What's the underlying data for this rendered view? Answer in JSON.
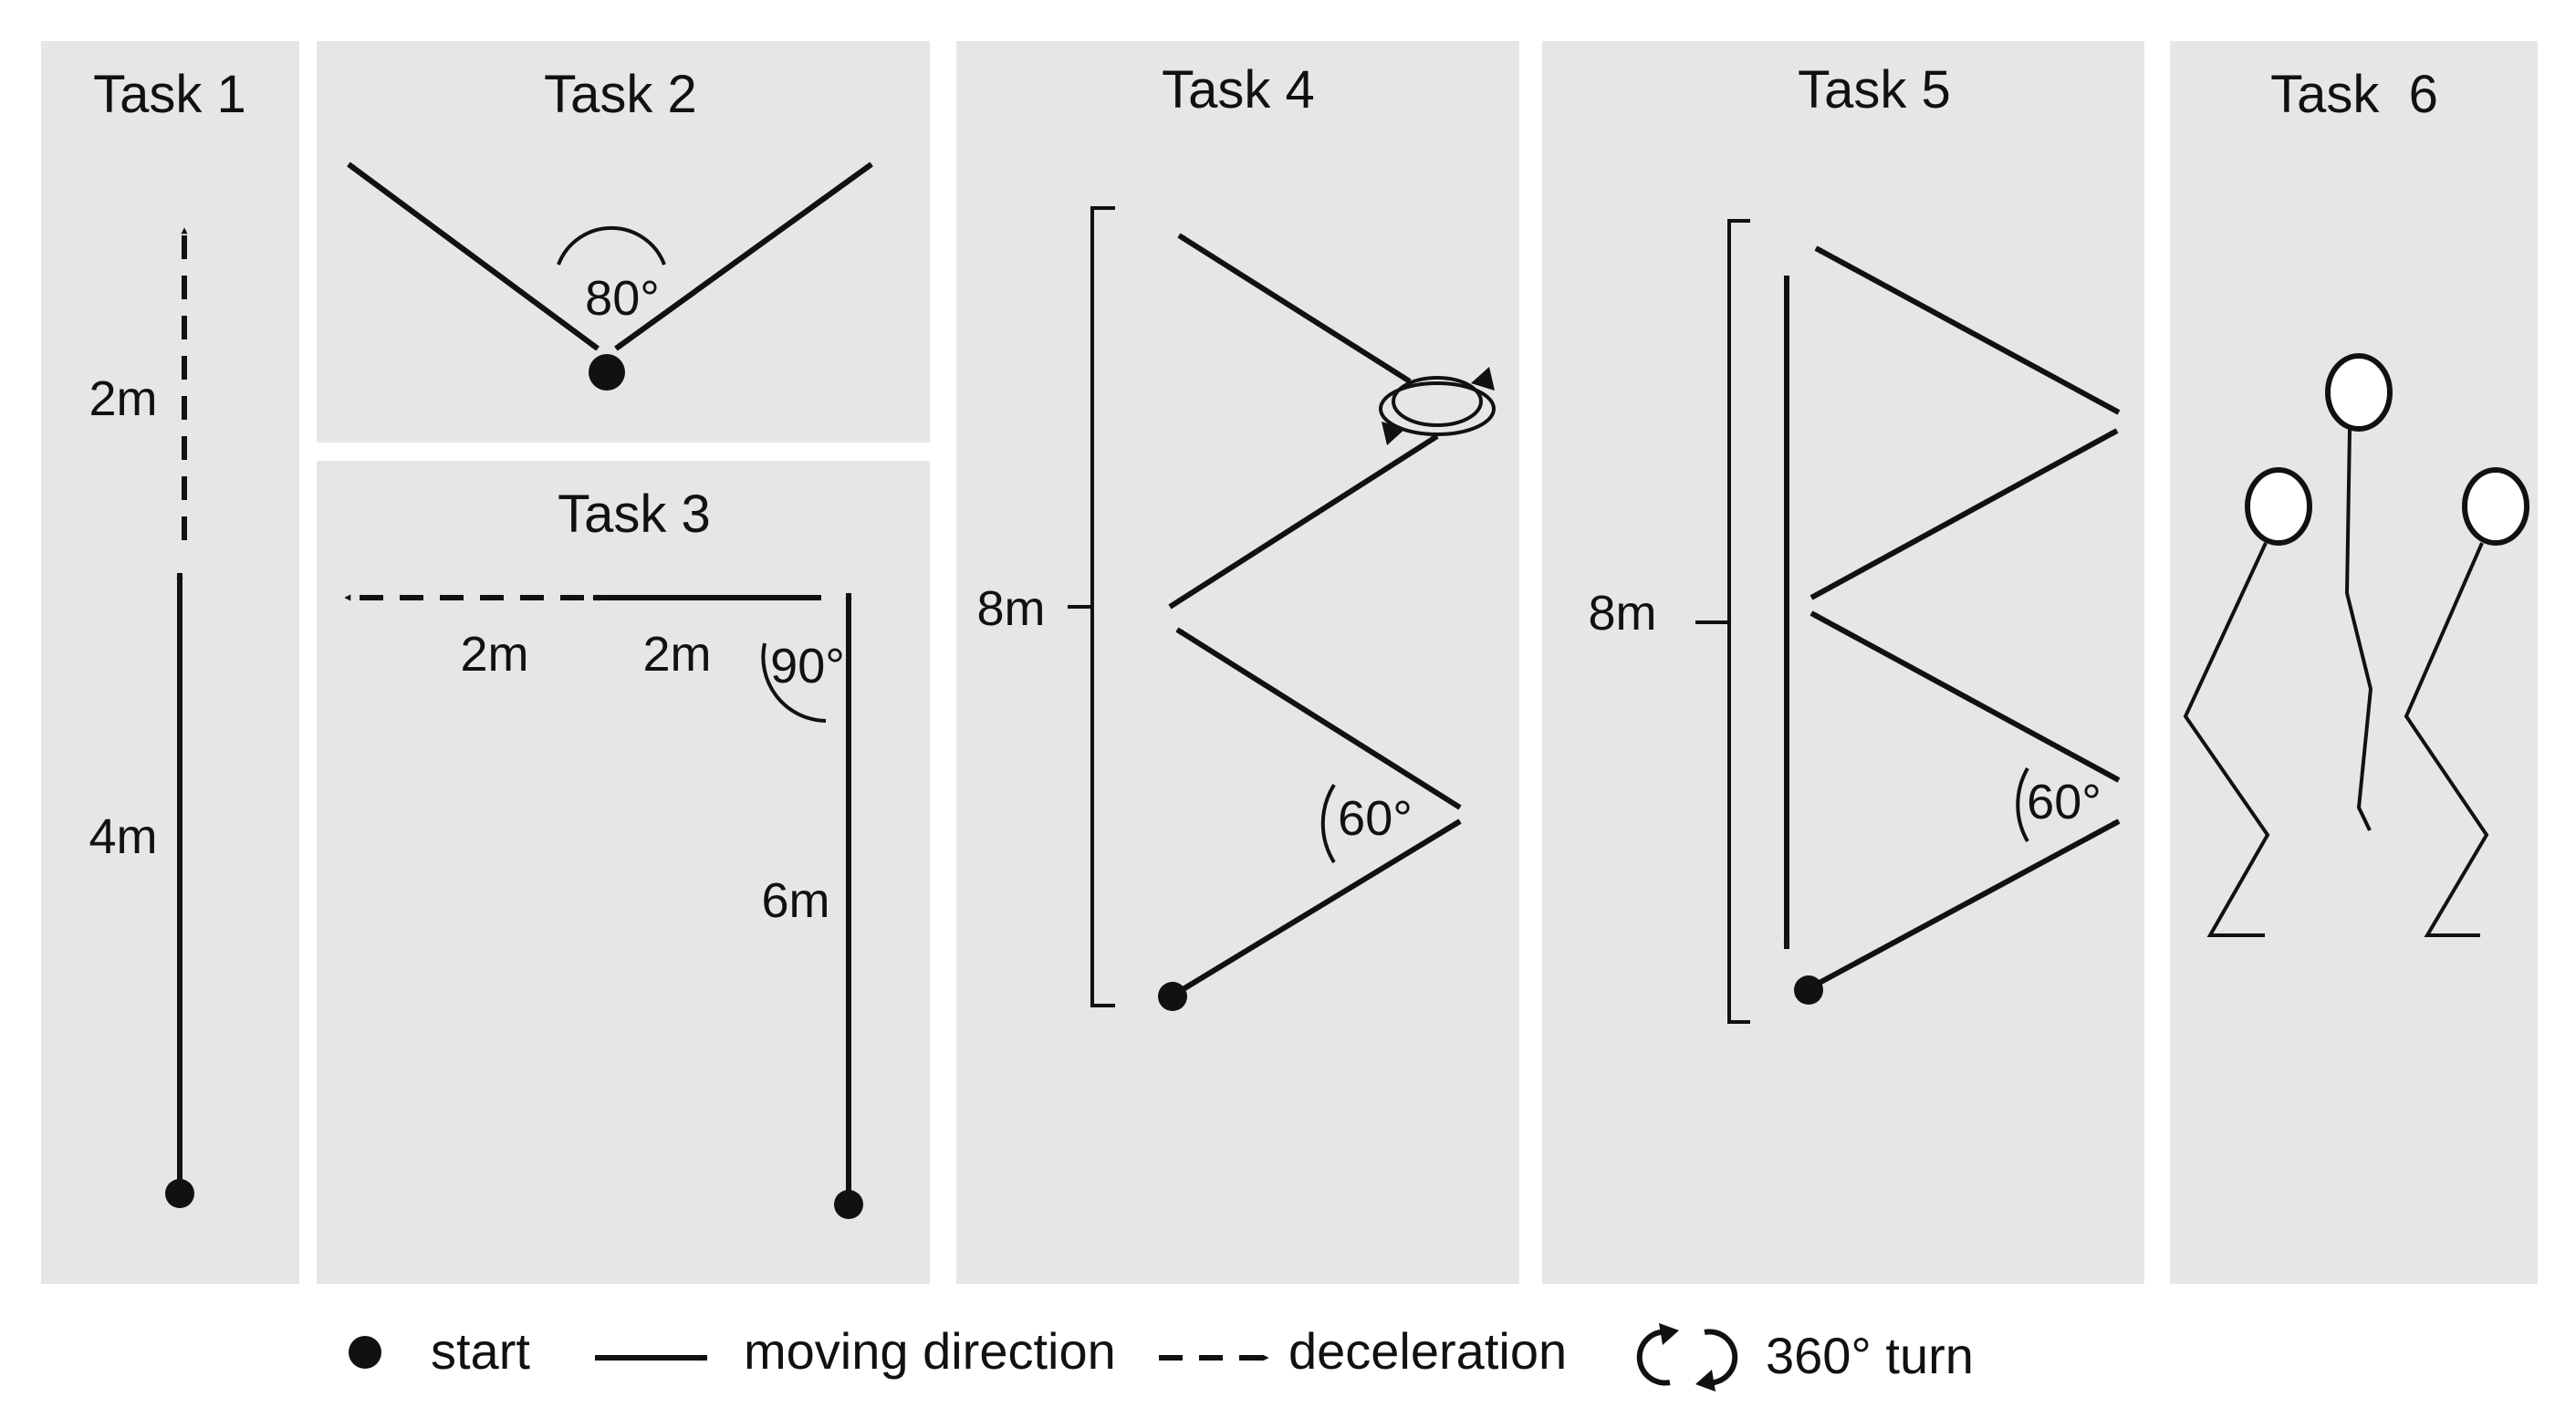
{
  "panels": {
    "task1": {
      "title": "Task 1",
      "label_dist_decel": "2m",
      "label_dist_run": "4m"
    },
    "task2": {
      "title": "Task 2",
      "label_angle": "80°"
    },
    "task3": {
      "title": "Task 3",
      "label_dist_decel": "2m",
      "label_dist_side": "2m",
      "label_angle": "90°",
      "label_dist_run": "6m"
    },
    "task4": {
      "title": "Task 4",
      "label_total": "8m",
      "label_angle": "60°"
    },
    "task5": {
      "title": "Task 5",
      "label_total": "8m",
      "label_angle": "60°"
    },
    "task6": {
      "title": "Task  6"
    }
  },
  "legend": {
    "start": "start",
    "moving_direction": "moving direction",
    "deceleration": "deceleration",
    "turn": "360° turn"
  },
  "colors": {
    "panel_bg": "#e6e6e6",
    "page_bg": "#ffffff",
    "ink": "#111111"
  }
}
